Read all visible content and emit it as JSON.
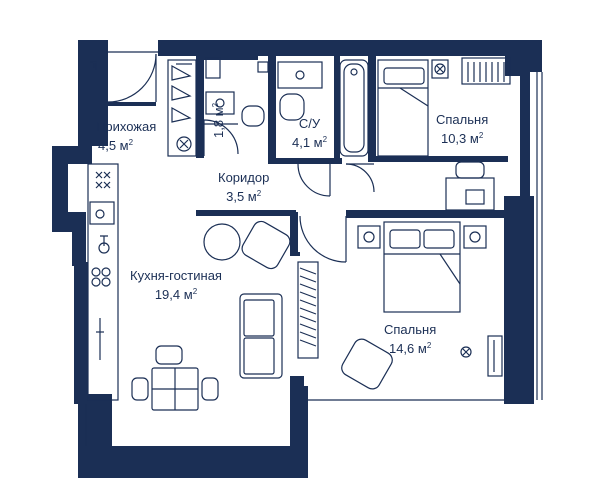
{
  "plan": {
    "colors": {
      "wall": "#1b2f55",
      "line": "#1b2f55",
      "background": "#ffffff"
    },
    "rooms": [
      {
        "id": "hallway",
        "name": "Прихожая",
        "area": "4,5 м",
        "unit_power": "2"
      },
      {
        "id": "corridor",
        "name": "Коридор",
        "area": "3,5 м",
        "unit_power": "2"
      },
      {
        "id": "closet",
        "name": "",
        "area": "1,8 м",
        "unit_power": "2"
      },
      {
        "id": "bathroom",
        "name": "С/У",
        "area": "4,1 м",
        "unit_power": "2"
      },
      {
        "id": "bedroom1",
        "name": "Спальня",
        "area": "10,3 м",
        "unit_power": "2"
      },
      {
        "id": "kitchen",
        "name": "Кухня-гостиная",
        "area": "19,4 м",
        "unit_power": "2"
      },
      {
        "id": "bedroom2",
        "name": "Спальня",
        "area": "14,6 м",
        "unit_power": "2"
      }
    ]
  }
}
